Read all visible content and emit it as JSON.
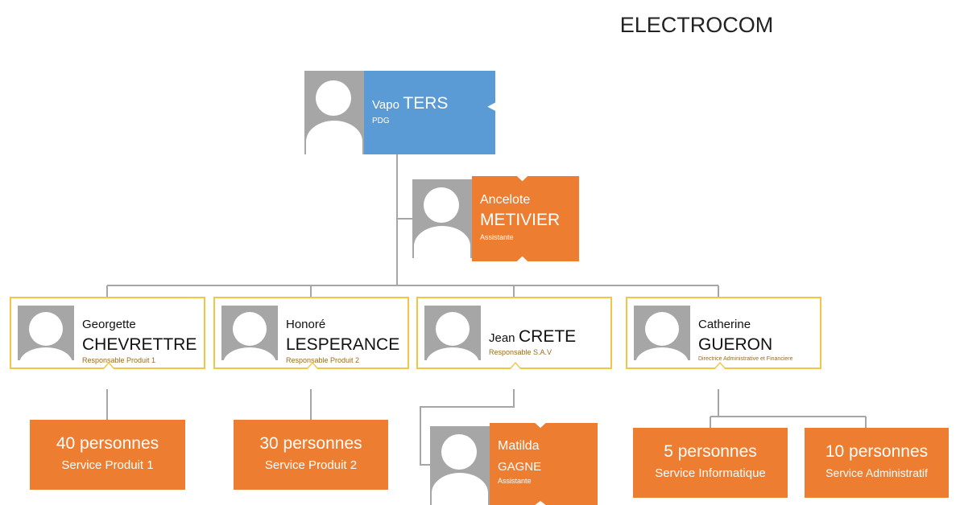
{
  "company": "ELECTROCOM",
  "ceo": {
    "first": "Vapo",
    "last": "TERS",
    "role": "PDG",
    "color": "#5b9bd5"
  },
  "assistant_ceo": {
    "first": "Ancelote",
    "last": "METIVIER",
    "role": "Assistante",
    "color": "#ed7d31"
  },
  "managers": [
    {
      "first": "Georgette",
      "last": "CHEVRETTRE",
      "role": "Responsable Produit 1"
    },
    {
      "first": "Honoré",
      "last": "LESPERANCE",
      "role": "Responsable Produit 2"
    },
    {
      "first": "Jean",
      "last": "CRETE",
      "role": "Responsable S.A.V"
    },
    {
      "first": "Catherine",
      "last": "GUERON",
      "role": "Directrice Administrative et Financiere"
    }
  ],
  "assistant_sav": {
    "first": "Matilda",
    "last": "GAGNE",
    "role": "Assistante"
  },
  "services": [
    {
      "count": "40 personnes",
      "name": "Service Produit 1"
    },
    {
      "count": "30 personnes",
      "name": "Service Produit 2"
    },
    {
      "count": "5 personnes",
      "name": "Service Informatique"
    },
    {
      "count": "10 personnes",
      "name": "Service Administratif"
    }
  ],
  "colors": {
    "manager_border": "#f4c542",
    "connector": "#a6a6a6",
    "service": "#ed7d31",
    "photo": "#a6a6a6"
  }
}
